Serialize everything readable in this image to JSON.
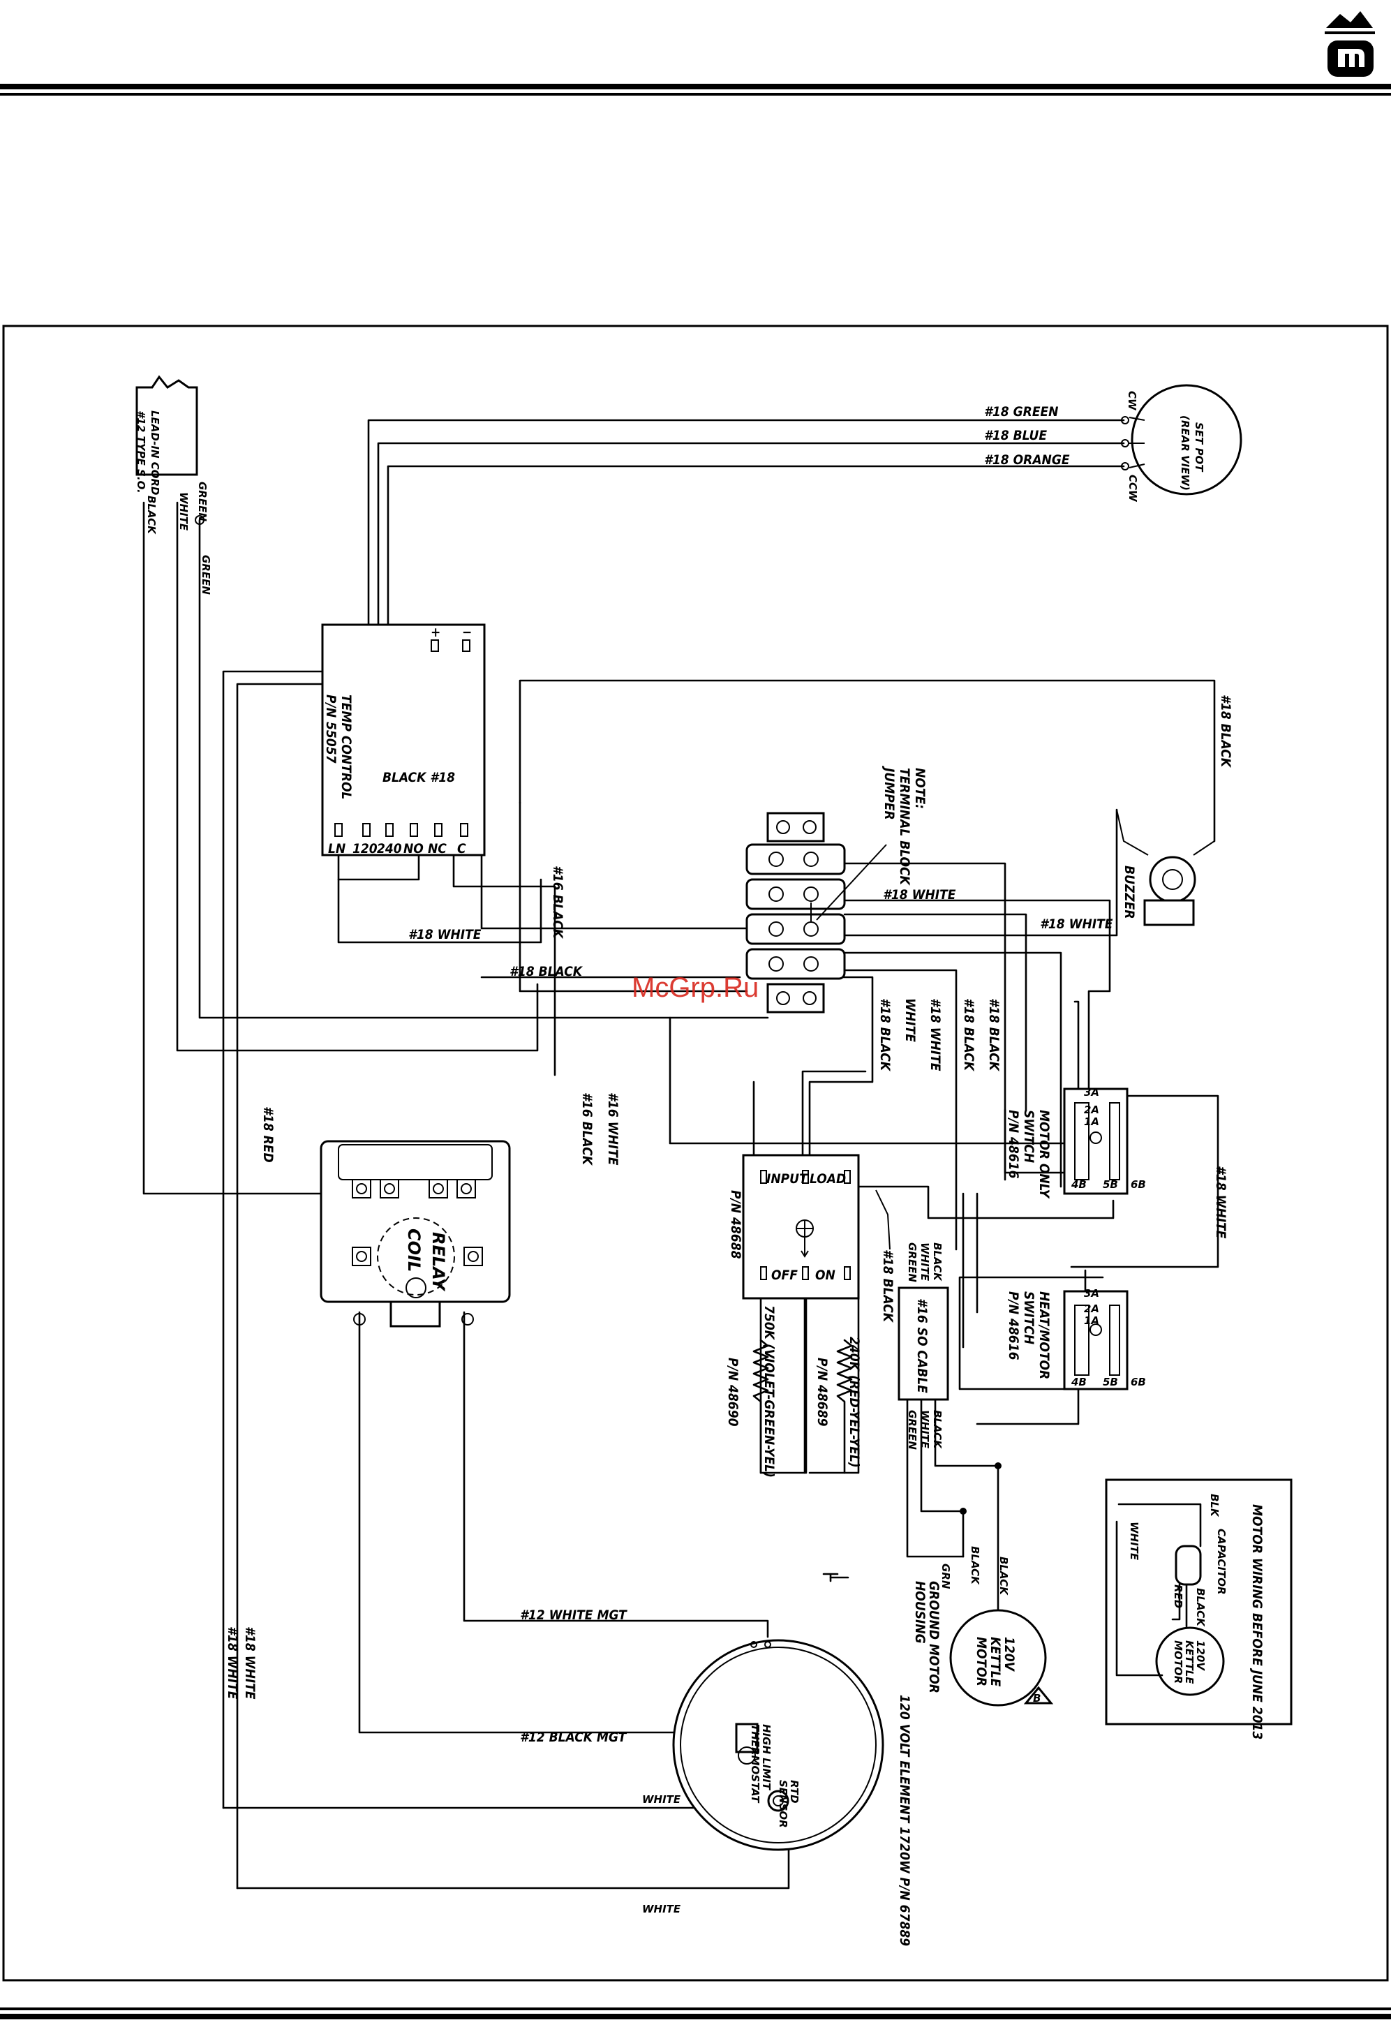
{
  "watermark": "McGrp.Ru",
  "components": {
    "cord": [
      "LEAD-IN CORD",
      "#12 TYPE S.O."
    ],
    "set_pot": [
      "SET POT",
      "(REAR VIEW)"
    ],
    "set_pot_cw": "CW",
    "set_pot_ccw": "CCW",
    "temp_control": [
      "TEMP CONTROL",
      "P/N 55057"
    ],
    "temp_control_terminals": [
      "LN",
      "120",
      "240",
      "NO",
      "NC",
      "C"
    ],
    "temp_control_plus": "+",
    "temp_control_minus": "−",
    "note": [
      "NOTE:",
      "TERMINAL BLOCK",
      "JUMPER"
    ],
    "buzzer": "BUZZER",
    "relay": "RELAY",
    "coil": "COIL",
    "rocker_switch_pn": "P/N 48688",
    "rocker_input": "INPUT",
    "rocker_load": "LOAD",
    "rocker_off": "OFF",
    "rocker_on": "ON",
    "motor_only_switch": [
      "MOTOR ONLY",
      "SWITCH",
      "P/N 48616"
    ],
    "heat_motor_switch": [
      "HEAT/MOTOR",
      "SWITCH",
      "P/N 48616"
    ],
    "switch_terminals": [
      "1A",
      "2A",
      "3A",
      "4B",
      "5B",
      "6B"
    ],
    "res_750k": "750K (VIOLET-GREEN-YEL)",
    "res_750k_pn": "P/N 48690",
    "res_240k": "240K (RED-YEL-YEL)",
    "res_240k_pn": "P/N 48689",
    "so_cable": "#16 SO CABLE",
    "kettle_motor": [
      "120V",
      "KETTLE",
      "MOTOR"
    ],
    "ground_motor_housing": [
      "GROUND MOTOR",
      "HOUSING"
    ],
    "element": "120 VOLT ELEMENT 1720W P/N 67889",
    "high_limit": [
      "HIGH LIMIT",
      "THERMOSTAT"
    ],
    "rtd_sensor": [
      "RTD",
      "SENSOR"
    ],
    "inset_title": "MOTOR WIRING BEFORE JUNE 2013",
    "inset_capacitor": "CAPACITOR",
    "inset_motor": [
      "120V",
      "KETTLE",
      "MOTOR"
    ]
  },
  "wire_labels": {
    "green_18": "#18 GREEN",
    "blue_18": "#18 BLUE",
    "orange_18": "#18 ORANGE",
    "black_18": "#18 BLACK",
    "white_18": "#18 WHITE",
    "red_18": "#18 RED",
    "black_16": "#16 BLACK",
    "white_16": "#16 WHITE",
    "black_18_inline": "BLACK #18",
    "white_12_mgt": "#12 WHITE MGT",
    "black_12_mgt": "#12 BLACK MGT",
    "black": "BLACK",
    "white": "WHITE",
    "green": "GREEN",
    "grn": "GRN",
    "blk": "BLK",
    "red": "RED"
  },
  "colors": {
    "line": "#000000",
    "watermark": "#d8261c",
    "background": "#ffffff"
  },
  "icons": [
    "logo",
    "ground-symbol",
    "potentiometer-icon",
    "buzzer-icon",
    "rocker-switch-icon",
    "resistor-icon",
    "motor-icon",
    "capacitor-icon"
  ]
}
